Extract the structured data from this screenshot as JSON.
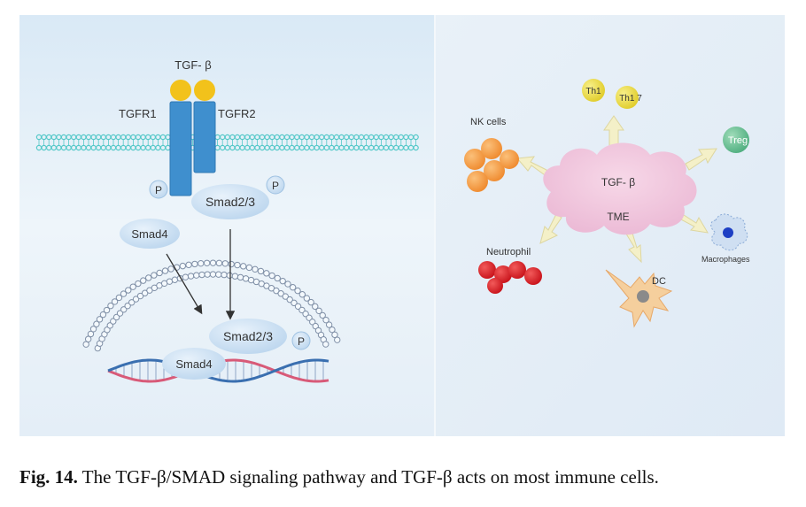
{
  "left_panel": {
    "ligand": "TGF- β",
    "receptor_1": "TGFR1",
    "receptor_2": "TGFR2",
    "phospho_1": "P",
    "phospho_2": "P",
    "phospho_3": "P",
    "smad23_top": "Smad2/3",
    "smad4_top": "Smad4",
    "smad23_bottom": "Smad2/3",
    "smad4_bottom": "Smad4"
  },
  "right_panel": {
    "center_ligand": "TGF- β",
    "center_tme": "TME",
    "th1": "Th1",
    "th17": "Th1 7",
    "treg": "Treg",
    "nk_cells": "NK cells",
    "neutrophil": "Neutrophil",
    "dc": "DC",
    "macrophages": "Macrophages"
  },
  "caption": {
    "label": "Fig. 14.",
    "text": "The TGF-β/SMAD signaling pathway and TGF-β acts on most immune cells."
  },
  "colors": {
    "panel_bg": "#e3eef7",
    "receptor": "#3f8fce",
    "ligand": "#f2c21b",
    "smad": "#cfe3f3",
    "membrane": "#54c8c8",
    "cloud": "#efc3dc",
    "arrow": "#f3efc4",
    "nk": "#f5a04a",
    "neutrophil": "#e0262c",
    "treg": "#6fc39a",
    "th": "#f0e14a",
    "dna_red": "#d85a78",
    "dna_blue": "#3a6fb0"
  }
}
